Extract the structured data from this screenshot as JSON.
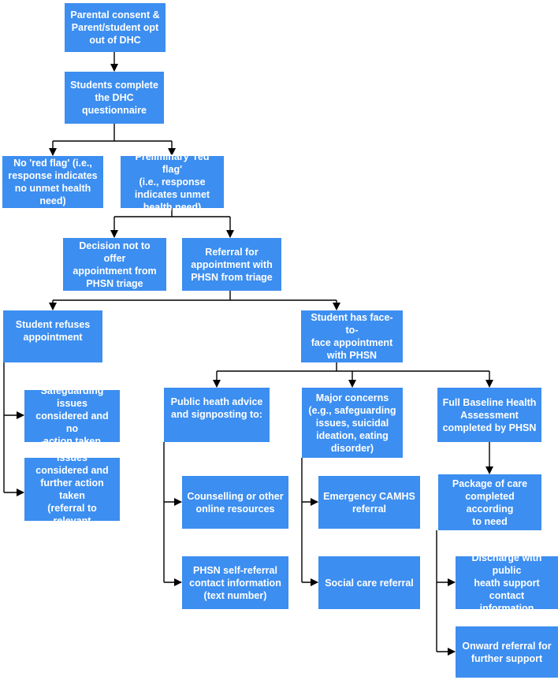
{
  "nodes": {
    "consent": "Parental consent &\nParent/student opt\nout of DHC",
    "questionnaire": "Students complete\nthe DHC\nquestionnaire",
    "no_red_flag": "No 'red flag' (i.e.,\nresponse indicates\nno unmet health\nneed)",
    "prelim_red_flag": "Preliminary 'red flag'\n(i.e., response\nindicates unmet\nhealth need)",
    "decision_no_offer": "Decision not to offer\nappointment from\nPHSN triage",
    "referral_appointment": "Referral for\nappointment with\nPHSN from triage",
    "student_refuses": "Student refuses\nappointment",
    "face_to_face": "Student has face-to-\nface appointment\nwith PHSN",
    "safeguarding_no_action": "Safeguarding issues\nconsidered and no\naction taken",
    "safeguarding_action": "Safeguarding issues\nconsidered and\nfurther action taken\n(referral to relevant\nservice)",
    "public_health_advice": "Public heath advice\nand signposting to:",
    "major_concerns": "Major concerns\n(e.g., safeguarding\nissues, suicidal\nideation, eating\ndisorder)",
    "full_baseline": "Full Baseline Health\nAssessment\ncompleted by PHSN",
    "counselling": "Counselling or other\nonline resources",
    "emergency_camhs": "Emergency CAMHS\nreferral",
    "package_of_care": "Package of care\ncompleted according\nto need",
    "phsn_self_referral": "PHSN self-referral\ncontact information\n(text number)",
    "social_care": "Social care referral",
    "discharge": "Discharge with public\nheath support contact\ninformation",
    "onward_referral": "Onward referral for\nfurther support"
  },
  "colors": {
    "node_fill": "#3c8ef0",
    "node_text": "#ffffff",
    "connector": "#000000"
  }
}
